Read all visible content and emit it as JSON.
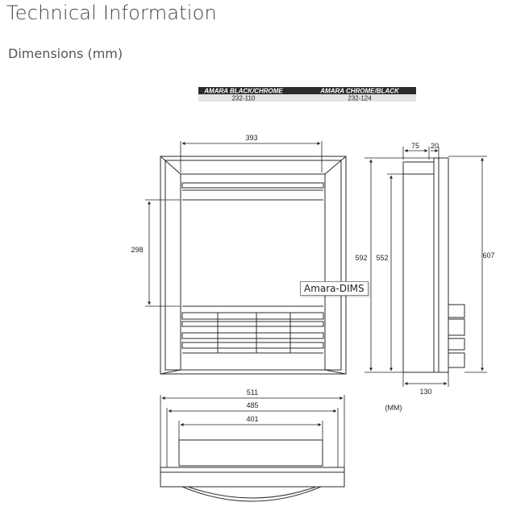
{
  "page": {
    "title": "Technical Information",
    "section": "Dimensions (mm)"
  },
  "tooltip": {
    "text": "Amara-DIMS"
  },
  "diagram": {
    "table": {
      "headers": [
        "AMARA BLACK/CHROME",
        "AMARA CHROME/BLACK"
      ],
      "codes": [
        "232-110",
        "232-124"
      ]
    },
    "front": {
      "inner_width": "393",
      "opening_height": "298"
    },
    "side": {
      "depth_top": "75",
      "front_thickness": "20",
      "overall_height": "592",
      "body_height": "552",
      "full_height": "607",
      "base_depth": "130"
    },
    "plan": {
      "overall_width": "511",
      "mid_width": "485",
      "inner_width": "401"
    },
    "units": "(MM)"
  },
  "colors": {
    "line": "#2a2a2a",
    "header_bg": "#2b2b2b",
    "row_bg": "#e6e6e6"
  }
}
